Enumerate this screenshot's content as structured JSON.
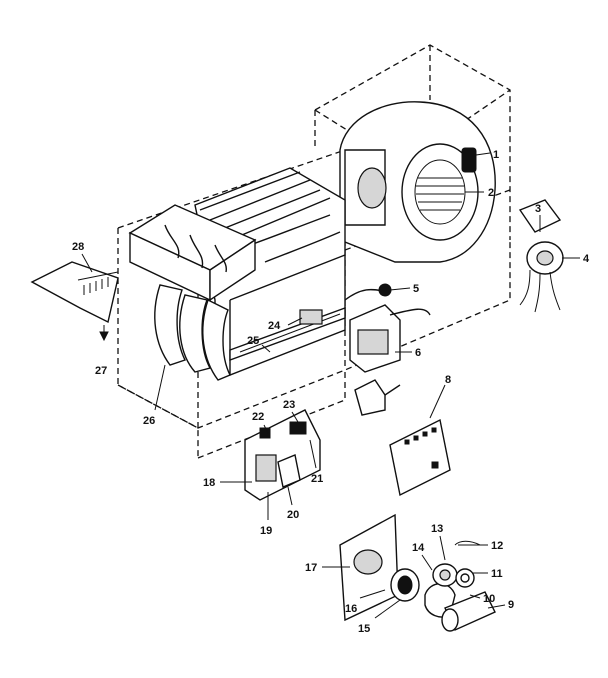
{
  "callouts": [
    {
      "id": "1",
      "text": "1"
    },
    {
      "id": "2",
      "text": "2"
    },
    {
      "id": "3",
      "text": "3"
    },
    {
      "id": "4",
      "text": "4"
    },
    {
      "id": "5",
      "text": "5"
    },
    {
      "id": "6",
      "text": "6"
    },
    {
      "id": "8",
      "text": "8"
    },
    {
      "id": "9",
      "text": "9"
    },
    {
      "id": "10",
      "text": "10"
    },
    {
      "id": "11",
      "text": "11"
    },
    {
      "id": "12",
      "text": "12"
    },
    {
      "id": "13",
      "text": "13"
    },
    {
      "id": "14",
      "text": "14"
    },
    {
      "id": "15",
      "text": "15"
    },
    {
      "id": "16",
      "text": "16"
    },
    {
      "id": "17",
      "text": "17"
    },
    {
      "id": "18",
      "text": "18"
    },
    {
      "id": "19",
      "text": "19"
    },
    {
      "id": "20",
      "text": "20"
    },
    {
      "id": "21",
      "text": "21"
    },
    {
      "id": "22",
      "text": "22"
    },
    {
      "id": "23",
      "text": "23"
    },
    {
      "id": "24",
      "text": "24"
    },
    {
      "id": "25",
      "text": "25"
    },
    {
      "id": "26",
      "text": "26"
    },
    {
      "id": "27",
      "text": "27"
    },
    {
      "id": "28",
      "text": "28"
    }
  ]
}
